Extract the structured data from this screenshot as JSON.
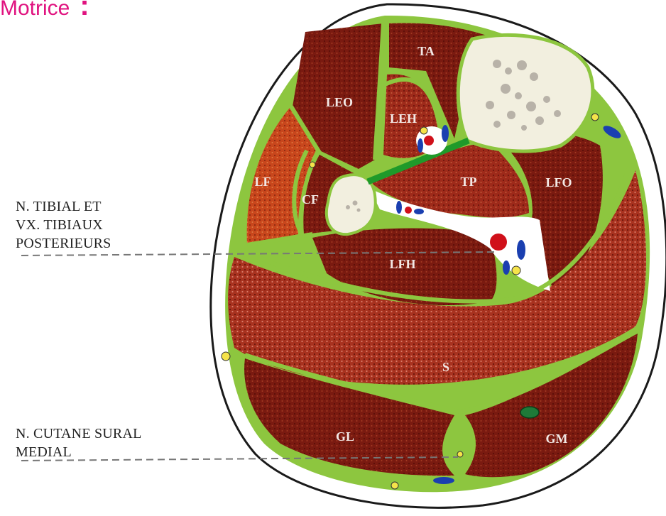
{
  "heading": {
    "text": "Motrice",
    "mark": ":"
  },
  "callouts": {
    "tibial": {
      "lines": [
        "N. TIBIAL ET",
        "VX. TIBIAUX",
        "POSTERIEURS"
      ]
    },
    "sural": {
      "lines": [
        "N. CUTANE SURAL",
        "MEDIAL"
      ]
    }
  },
  "muscles": {
    "ta": "TA",
    "leo": "LEO",
    "leh": "LEH",
    "lf": "LF",
    "cf": "CF",
    "tp": "TP",
    "lfo": "LFO",
    "lfh": "LFH",
    "s": "S",
    "gl": "GL",
    "gm": "GM"
  },
  "colors": {
    "heading": "#e0127f",
    "muscle_dark": "#7a1a10",
    "muscle_red": "#9e2a1a",
    "muscle_orange": "#c8461c",
    "fascia": "#8dc63f",
    "bone": "#f2efdf",
    "nerve": "#f5e34a",
    "artery": "#d0101a",
    "vein": "#1a3fb0"
  }
}
